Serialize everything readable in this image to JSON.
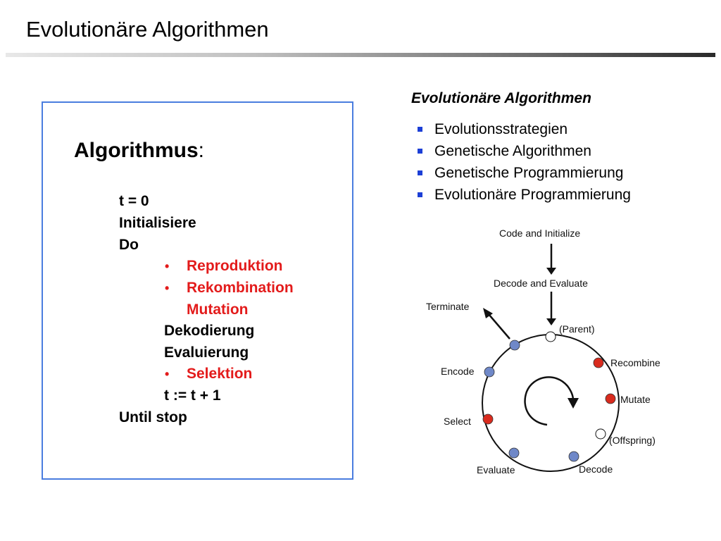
{
  "title": "Evolutionäre Algorithmen",
  "algorithm": {
    "heading": "Algorithmus",
    "heading_suffix": ":",
    "lines": {
      "t0": "t = 0",
      "init": "Initialisiere",
      "do": "Do",
      "reproduktion": "Reproduktion",
      "rekombination": "Rekombination",
      "mutation": "Mutation",
      "dekodierung": "Dekodierung",
      "evaluierung": "Evaluierung",
      "selektion": "Selektion",
      "increment": "t := t + 1",
      "until": "Until stop"
    },
    "bullet": "•"
  },
  "ea_panel": {
    "heading": "Evolutionäre Algorithmen",
    "items": [
      "Evolutionsstrategien",
      "Genetische Algorithmen",
      "Genetische Programmierung",
      "Evolutionäre Programmierung"
    ]
  },
  "cycle": {
    "code_initialize": "Code and Initialize",
    "decode_evaluate": "Decode and Evaluate",
    "terminate": "Terminate",
    "parent": "(Parent)",
    "recombine": "Recombine",
    "encode": "Encode",
    "mutate": "Mutate",
    "select": "Select",
    "offspring": "(Offspring)",
    "evaluate": "Evaluate",
    "decode": "Decode"
  },
  "colors": {
    "red_text": "#e31b1b",
    "box_border": "#4a7ddf",
    "bullet_square": "#1c3fd6",
    "node_blue": "#6f88c8",
    "node_red": "#d92b1e"
  }
}
